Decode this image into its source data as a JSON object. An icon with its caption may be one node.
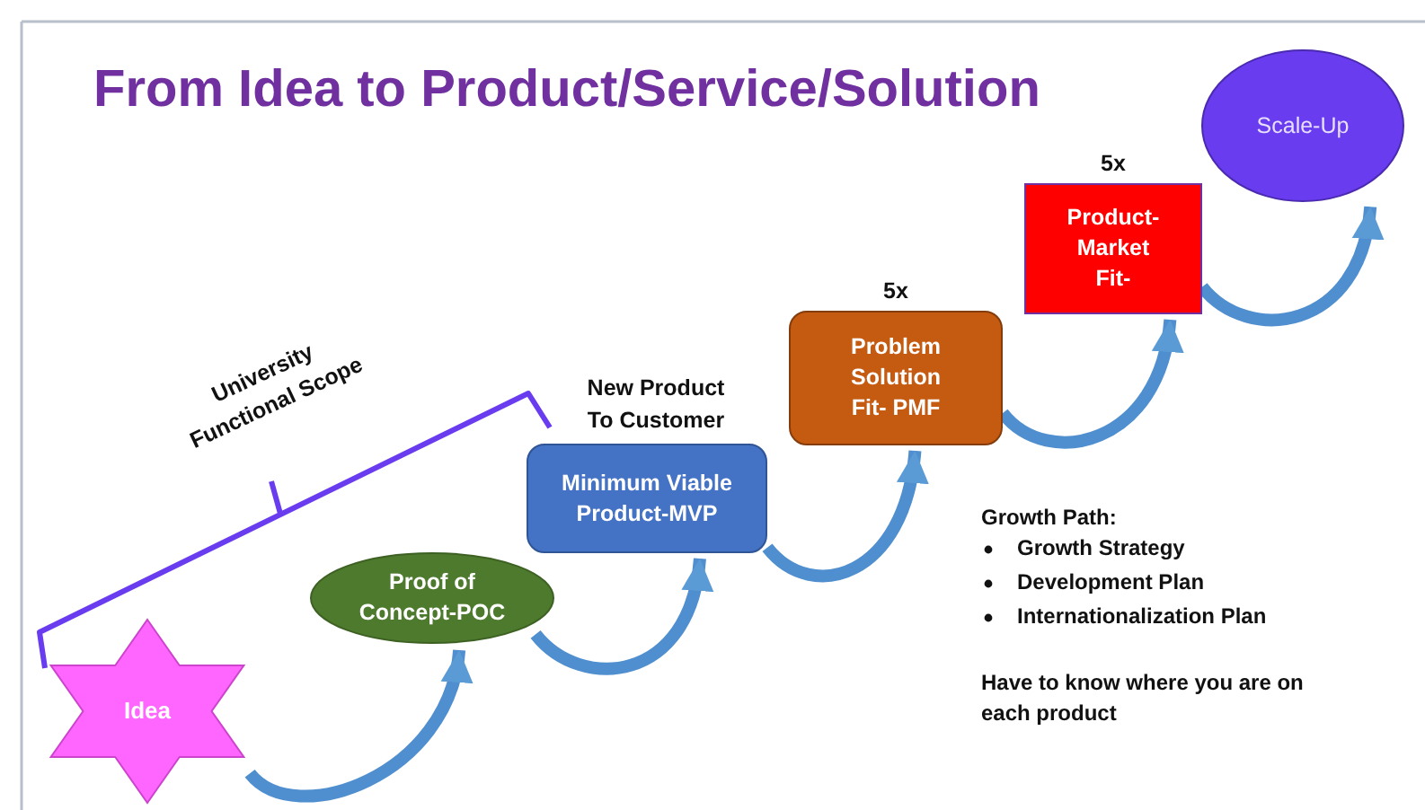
{
  "diagram": {
    "title": "From Idea to Product/Service/Solution",
    "nodes": [
      {
        "text": [
          "Idea"
        ]
      },
      {
        "text": [
          "Proof of Concept-POC"
        ]
      },
      {
        "text": [
          "Minimum Viable Product-MVP"
        ],
        "beside": [
          "New Product To Customer"
        ]
      },
      {
        "text": [
          "Problem Solution Fit- PMF"
        ],
        "beside": [
          "5x"
        ]
      },
      {
        "text": [
          "Product- Market Fit-"
        ],
        "beside": [
          "5x"
        ]
      },
      {
        "text": [
          "Scale-Up"
        ]
      }
    ],
    "edges": [
      {
        "from": 0,
        "to": 1,
        "arrow": "to"
      },
      {
        "from": 1,
        "to": 2,
        "arrow": "to"
      },
      {
        "from": 2,
        "to": 3,
        "arrow": "to"
      },
      {
        "from": 3,
        "to": 4,
        "arrow": "to"
      },
      {
        "from": 4,
        "to": 5,
        "arrow": "to"
      }
    ],
    "labels": [
      "University Functional Scope",
      "Growth Path:",
      "Growth Strategy",
      "Development Plan",
      "Internationalization Plan",
      "Have to know where you are on each product"
    ]
  }
}
